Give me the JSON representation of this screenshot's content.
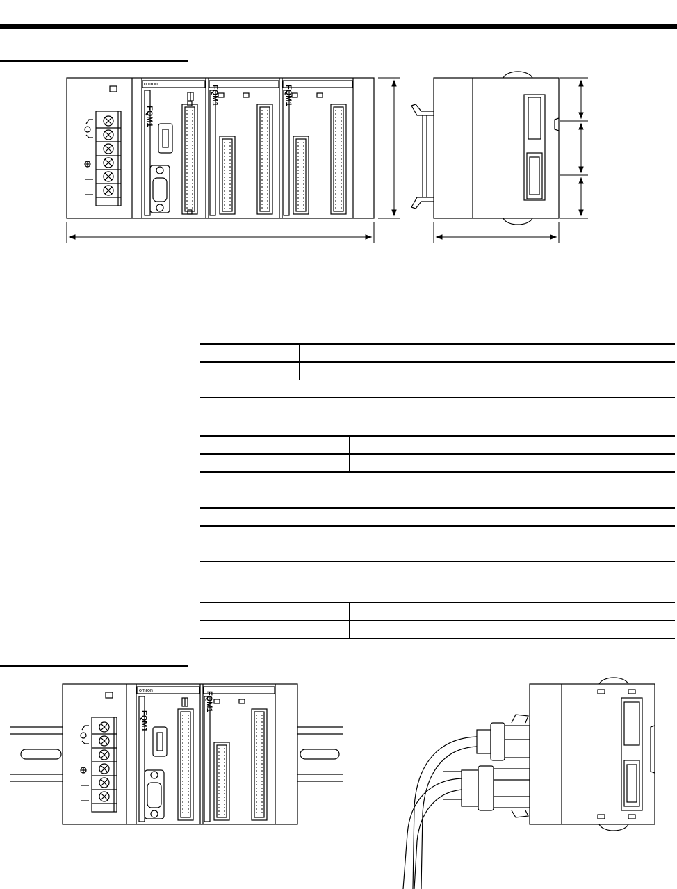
{
  "page": {
    "top_rule_name": "header-rule",
    "brand": "omron",
    "module_label": "FQM1"
  }
}
